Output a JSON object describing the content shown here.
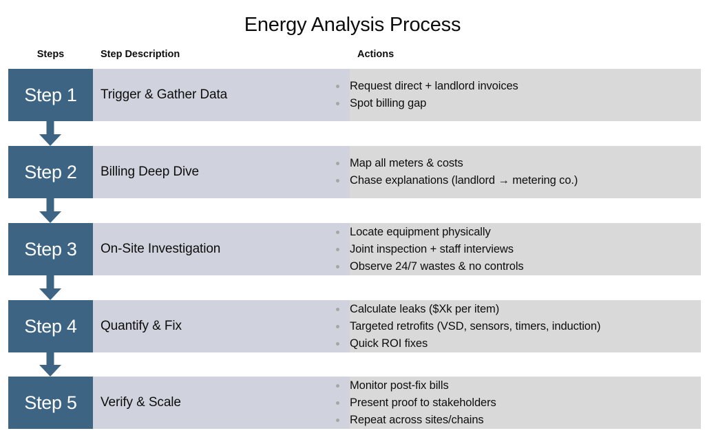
{
  "title": "Energy Analysis Process",
  "colors": {
    "step_box": "#3D6483",
    "description_box": "#D0D3DE",
    "actions_box": "#D9D9D9",
    "bullet": "#A6A6A6",
    "text": "#0D0D0D",
    "step_text": "#FFFFFF",
    "background": "#FFFFFF"
  },
  "headers": {
    "steps": "Steps",
    "description": "Step Description",
    "actions": "Actions"
  },
  "rows": [
    {
      "step": "Step 1",
      "description": "Trigger & Gather Data",
      "actions": [
        "Request direct + landlord invoices",
        "Spot billing gap"
      ]
    },
    {
      "step": "Step 2",
      "description": "Billing Deep Dive",
      "actions": [
        "Map all meters & costs",
        "Chase explanations (landlord → metering co.)"
      ]
    },
    {
      "step": "Step 3",
      "description": "On-Site Investigation",
      "actions": [
        "Locate equipment physically",
        "Joint inspection + staff interviews",
        "Observe 24/7 wastes & no controls"
      ]
    },
    {
      "step": "Step 4",
      "description": "Quantify & Fix",
      "actions": [
        "Calculate leaks ($Xk per item)",
        "Targeted retrofits (VSD, sensors, timers, induction)",
        "Quick ROI fixes"
      ]
    },
    {
      "step": "Step 5",
      "description": "Verify & Scale",
      "actions": [
        "Monitor post-fix bills",
        "Present proof to stakeholders",
        "Repeat across sites/chains"
      ]
    }
  ],
  "connectors": [
    {
      "from": "Step 1",
      "to": "Step 2",
      "icon": "arrow-down-icon"
    },
    {
      "from": "Step 2",
      "to": "Step 3",
      "icon": "arrow-down-icon"
    },
    {
      "from": "Step 3",
      "to": "Step 4",
      "icon": "arrow-down-icon"
    },
    {
      "from": "Step 4",
      "to": "Step 5",
      "icon": "arrow-down-icon"
    }
  ]
}
